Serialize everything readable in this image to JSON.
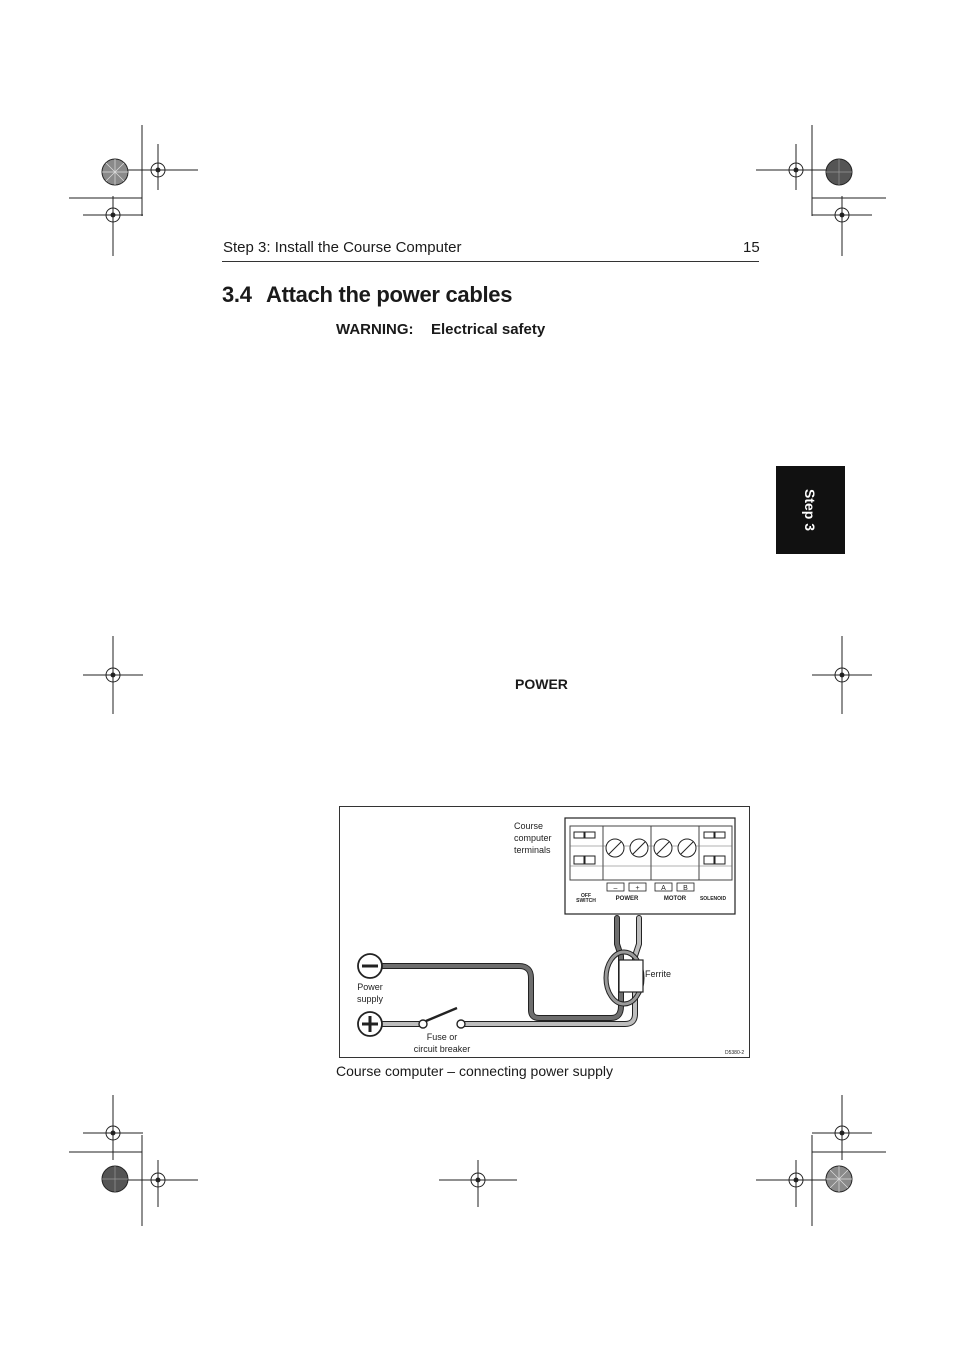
{
  "header": {
    "running_title": "Step 3: Install the Course Computer",
    "page_number": "15"
  },
  "section": {
    "number": "3.4",
    "title": "Attach the power cables"
  },
  "warning": {
    "label": "WARNING:",
    "text": "Electrical safety"
  },
  "body": {
    "power_label": "POWER"
  },
  "side_tab": {
    "label": "Step 3"
  },
  "figure": {
    "course_computer_terminals": [
      "Course",
      "computer",
      "terminals"
    ],
    "terminal_signs": [
      "–",
      "+",
      "A",
      "B"
    ],
    "terminal_groups": {
      "off_switch": [
        "OFF",
        "SWITCH"
      ],
      "power": "POWER",
      "motor": "MOTOR",
      "solenoid": "SOLENOID"
    },
    "ferrite": "Ferrite",
    "power_supply": [
      "Power",
      "supply"
    ],
    "fuse": [
      "Fuse or",
      "circuit breaker"
    ],
    "drawing_id": "D5380-2",
    "caption": "Course computer – connecting power supply"
  },
  "colors": {
    "negative_cable": "#6e6e6e",
    "positive_cable": "#bdbdbd",
    "side_tab": "#111111"
  }
}
